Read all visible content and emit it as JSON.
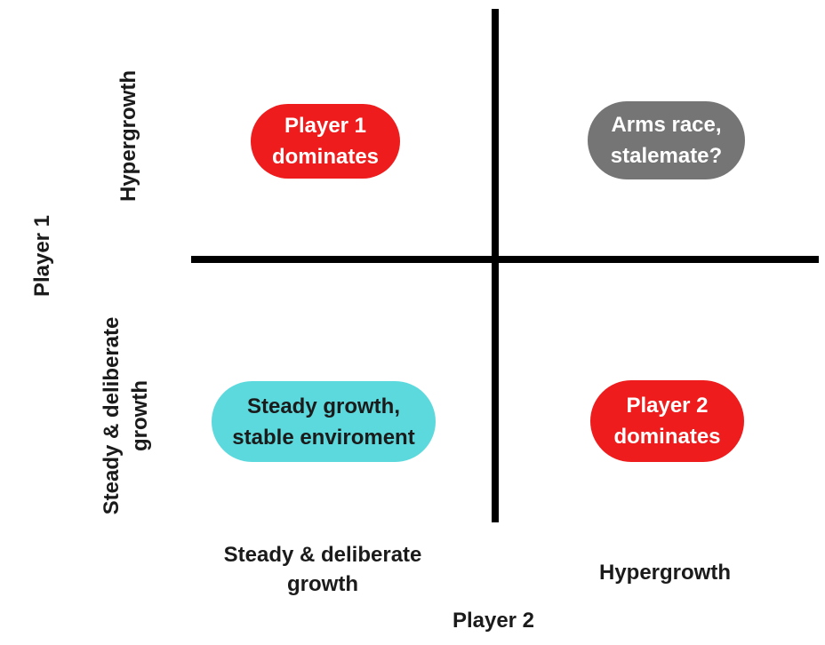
{
  "diagram": {
    "type": "2x2-quadrant-matrix",
    "axes": {
      "y_title": "Player 1",
      "x_title": "Player 2",
      "y_top_label": "Hypergrowth",
      "y_bottom_label_line1": "Steady & deliberate",
      "y_bottom_label_line2": "growth",
      "x_left_label_line1": "Steady & deliberate",
      "x_left_label_line2": "growth",
      "x_right_label": "Hypergrowth"
    },
    "quadrants": {
      "top_left": {
        "line1": "Player 1",
        "line2": "dominates",
        "bg": "#ee1c1c",
        "fg": "#ffffff"
      },
      "top_right": {
        "line1": "Arms race,",
        "line2": "stalemate?",
        "bg": "#757575",
        "fg": "#ffffff"
      },
      "bottom_left": {
        "line1": "Steady growth,",
        "line2": "stable enviroment",
        "bg": "#5cd9dd",
        "fg": "#1b1b1b"
      },
      "bottom_right": {
        "line1": "Player 2",
        "line2": "dominates",
        "bg": "#ee1c1c",
        "fg": "#ffffff"
      }
    },
    "colors": {
      "axis_line": "#000000",
      "label_text": "#1b1b1b",
      "background": "#ffffff"
    }
  }
}
